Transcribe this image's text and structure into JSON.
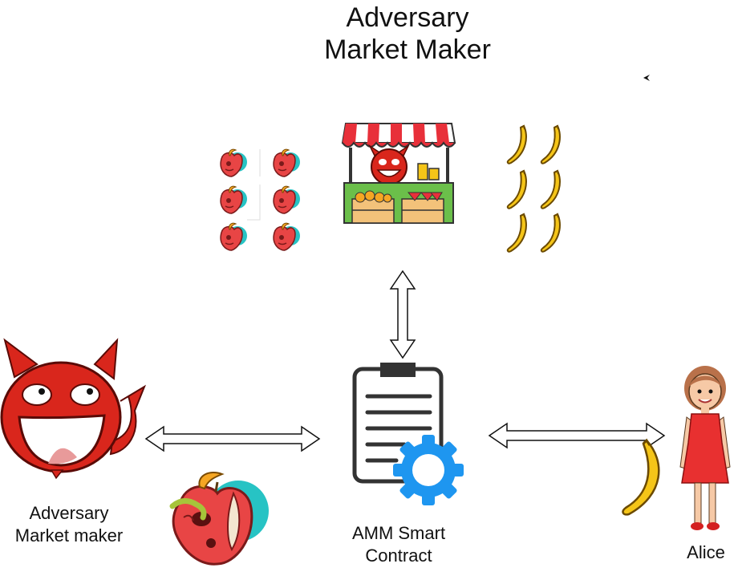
{
  "title": {
    "line1": "Adversary",
    "line2": "Market Maker"
  },
  "labels": {
    "adversary": {
      "line1": "Adversary",
      "line2": "Market maker"
    },
    "contract": {
      "line1": "AMM Smart",
      "line2": "Contract"
    },
    "alice": "Alice"
  },
  "icons": {
    "adversary": "devil-face-icon",
    "market_stall": "market-stall-icon",
    "rotten_apple": "rotten-apple-icon",
    "banana": "banana-icon",
    "contract": "contract-gear-icon",
    "person": "woman-icon"
  },
  "colors": {
    "devil_red": "#d9261c",
    "apple_red": "#e84545",
    "banana_yellow": "#f5c518",
    "gear_blue": "#1e96f0",
    "dress_red": "#e83030",
    "awning_red": "#e8303a",
    "stall_green": "#6bbf4a"
  }
}
